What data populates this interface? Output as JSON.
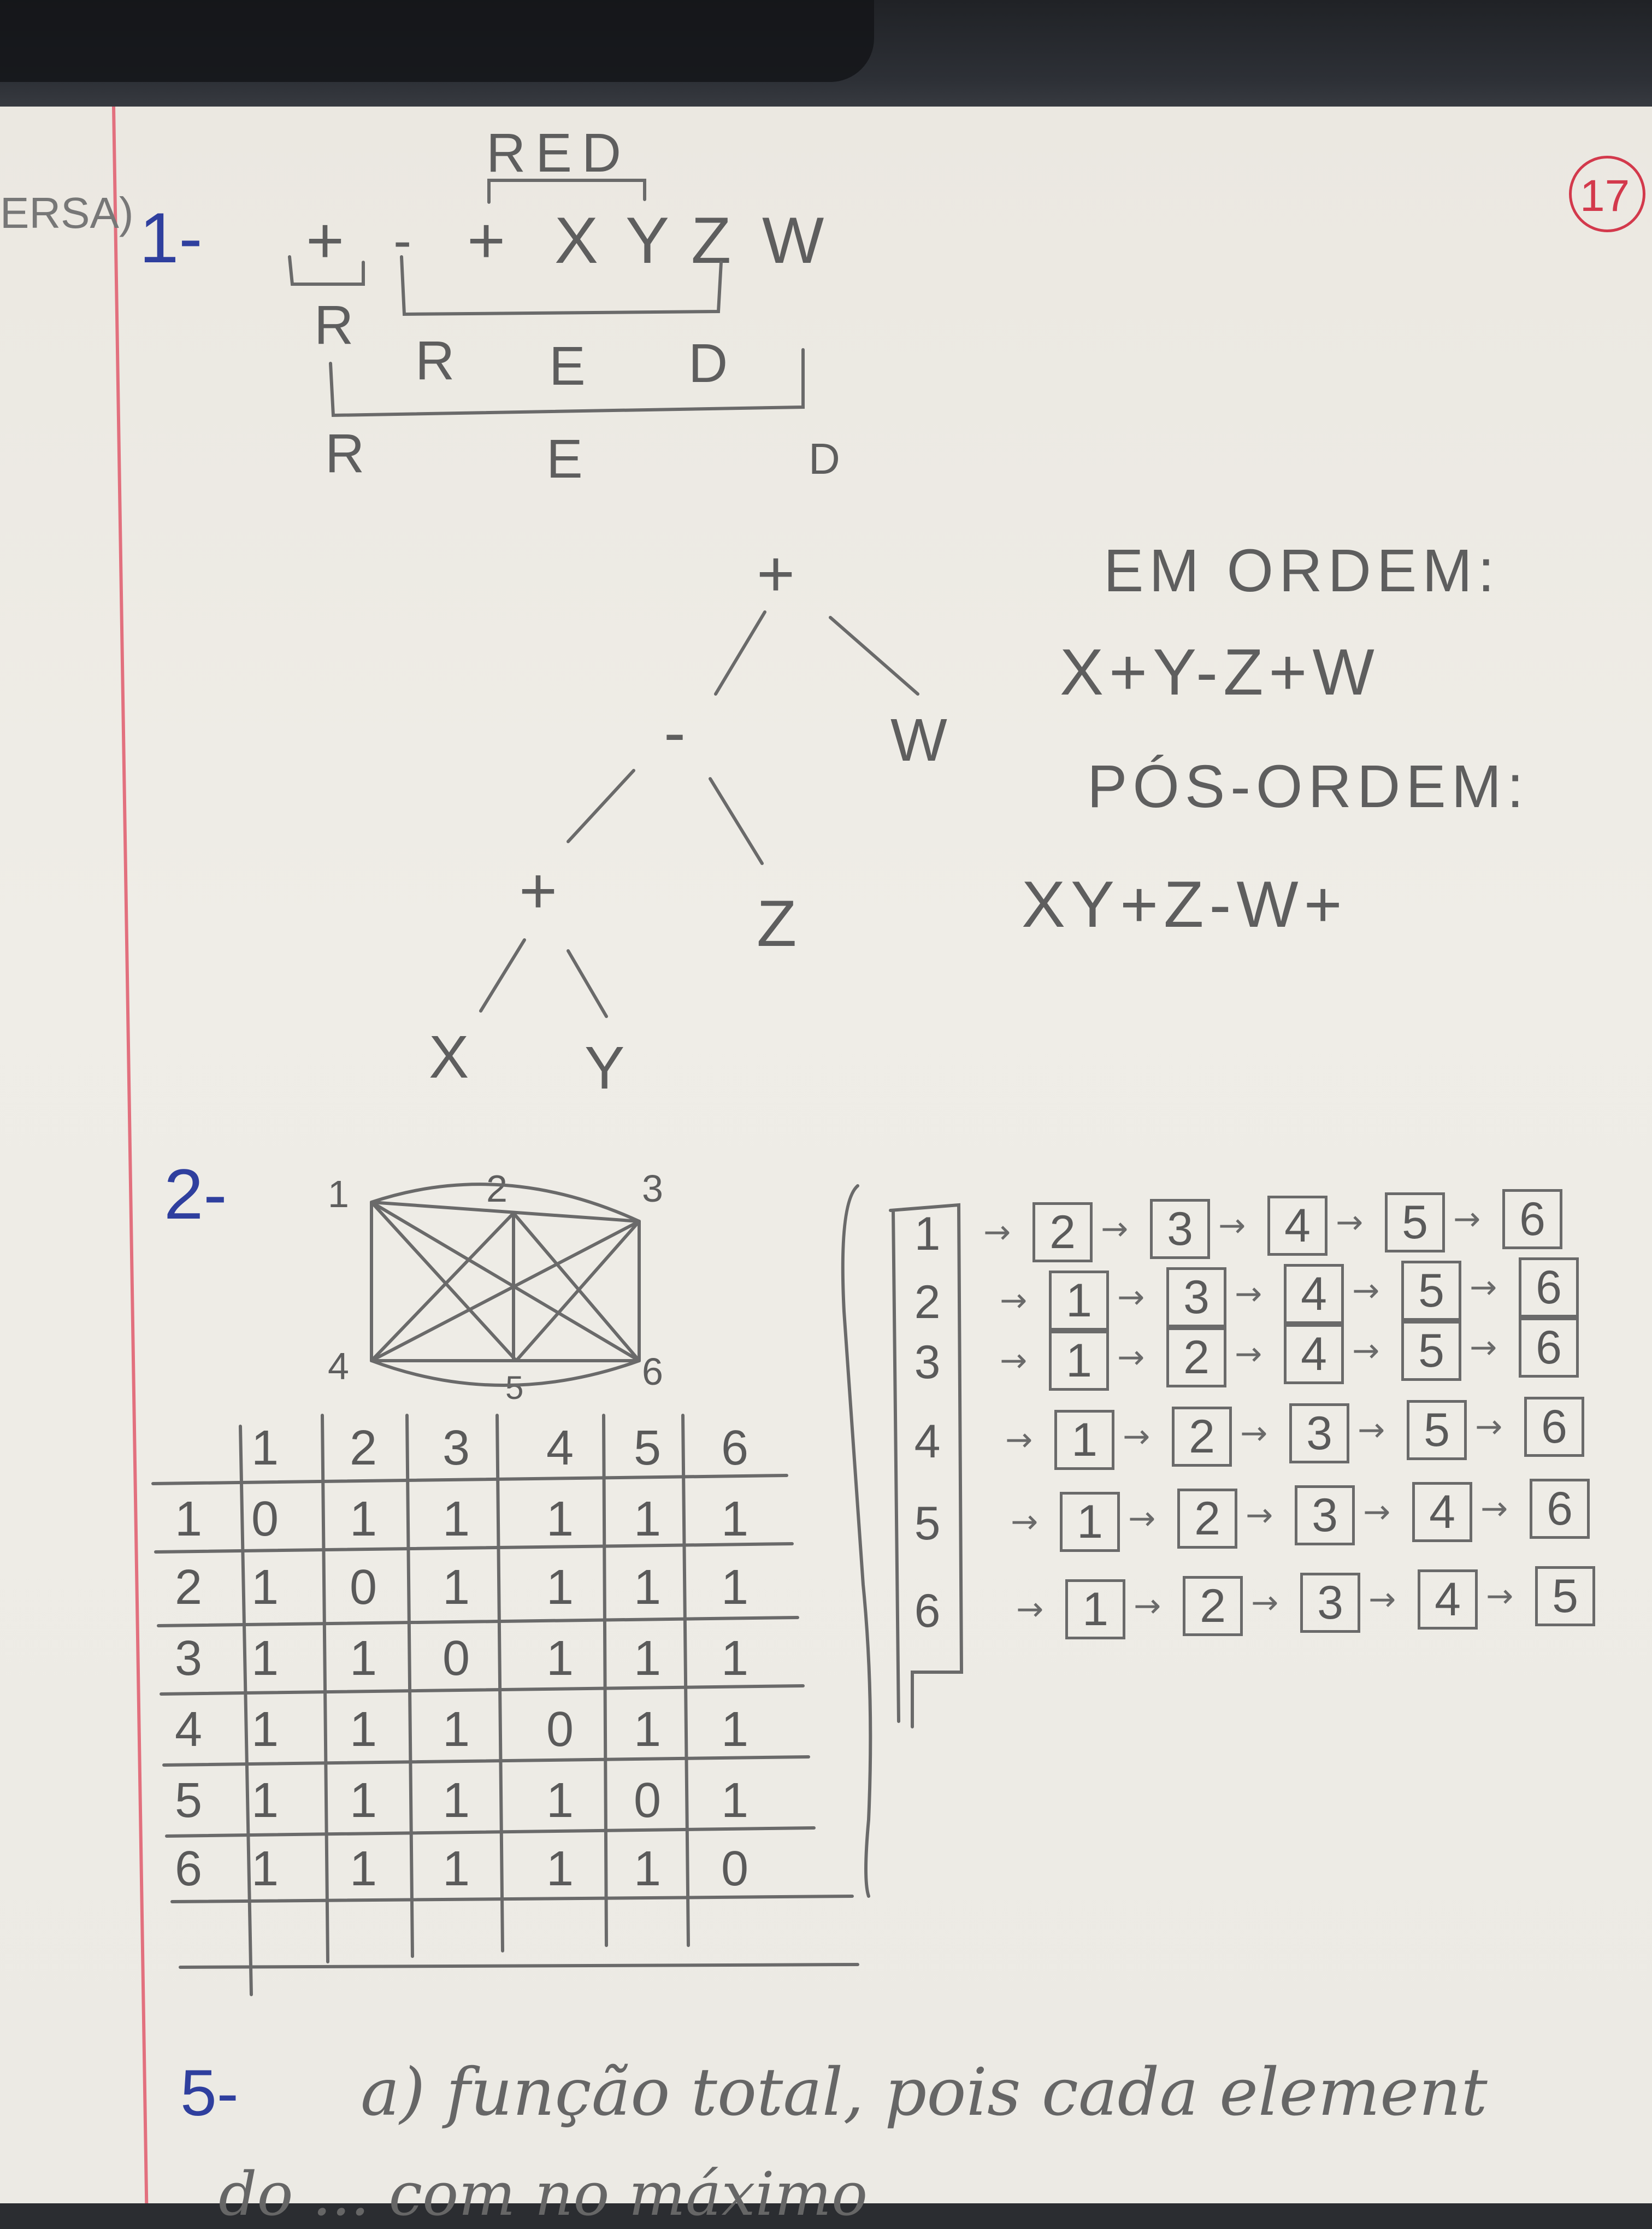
{
  "page": {
    "left_edge_text": "ERSA)",
    "page_number": "17"
  },
  "q1": {
    "number": "1-",
    "prefix_tokens": [
      "+",
      "-",
      "+",
      "X",
      "Y",
      "Z",
      "W"
    ],
    "inner_bracket_label": "RED",
    "under_first": "R",
    "mid_labels": [
      "R",
      "E",
      "D"
    ],
    "outer_labels": [
      "R",
      "E",
      "D"
    ],
    "tree": {
      "root": "+",
      "root_right": "W",
      "minus": "-",
      "minus_right": "Z",
      "plus": "+",
      "leaf_left": "X",
      "leaf_right": "Y"
    },
    "inorder_title": "EM ORDEM:",
    "inorder_expr": "X+Y-Z+W",
    "postorder_title": "PÓS-ORDEM:",
    "postorder_expr": "XY+Z-W+"
  },
  "q2": {
    "number": "2-",
    "graph_vertices": [
      "1",
      "2",
      "3",
      "4",
      "5",
      "6"
    ],
    "matrix_headers": [
      "1",
      "2",
      "3",
      "4",
      "5",
      "6"
    ],
    "matrix_rows": [
      {
        "label": "1",
        "cells": [
          "0",
          "1",
          "1",
          "1",
          "1",
          "1"
        ]
      },
      {
        "label": "2",
        "cells": [
          "1",
          "0",
          "1",
          "1",
          "1",
          "1"
        ]
      },
      {
        "label": "3",
        "cells": [
          "1",
          "1",
          "0",
          "1",
          "1",
          "1"
        ]
      },
      {
        "label": "4",
        "cells": [
          "1",
          "1",
          "1",
          "0",
          "1",
          "1"
        ]
      },
      {
        "label": "5",
        "cells": [
          "1",
          "1",
          "1",
          "1",
          "0",
          "1"
        ]
      },
      {
        "label": "6",
        "cells": [
          "1",
          "1",
          "1",
          "1",
          "1",
          "0"
        ]
      }
    ],
    "adjacency_lists": [
      {
        "head": "1",
        "nodes": [
          "2",
          "3",
          "4",
          "5",
          "6"
        ]
      },
      {
        "head": "2",
        "nodes": [
          "1",
          "3",
          "4",
          "5",
          "6"
        ]
      },
      {
        "head": "3",
        "nodes": [
          "1",
          "2",
          "4",
          "5",
          "6"
        ]
      },
      {
        "head": "4",
        "nodes": [
          "1",
          "2",
          "3",
          "5",
          "6"
        ]
      },
      {
        "head": "5",
        "nodes": [
          "1",
          "2",
          "3",
          "4",
          "6"
        ]
      },
      {
        "head": "6",
        "nodes": [
          "1",
          "2",
          "3",
          "4",
          "5"
        ]
      }
    ]
  },
  "q5": {
    "number": "5-",
    "text": "a) função total, pois cada element",
    "second_line": "do  ... com no máximo"
  },
  "colors": {
    "pencil": "#5e5e5e",
    "blue_ink": "#2f3f9e",
    "red_margin": "#e2707e",
    "paper": "#efede7"
  }
}
